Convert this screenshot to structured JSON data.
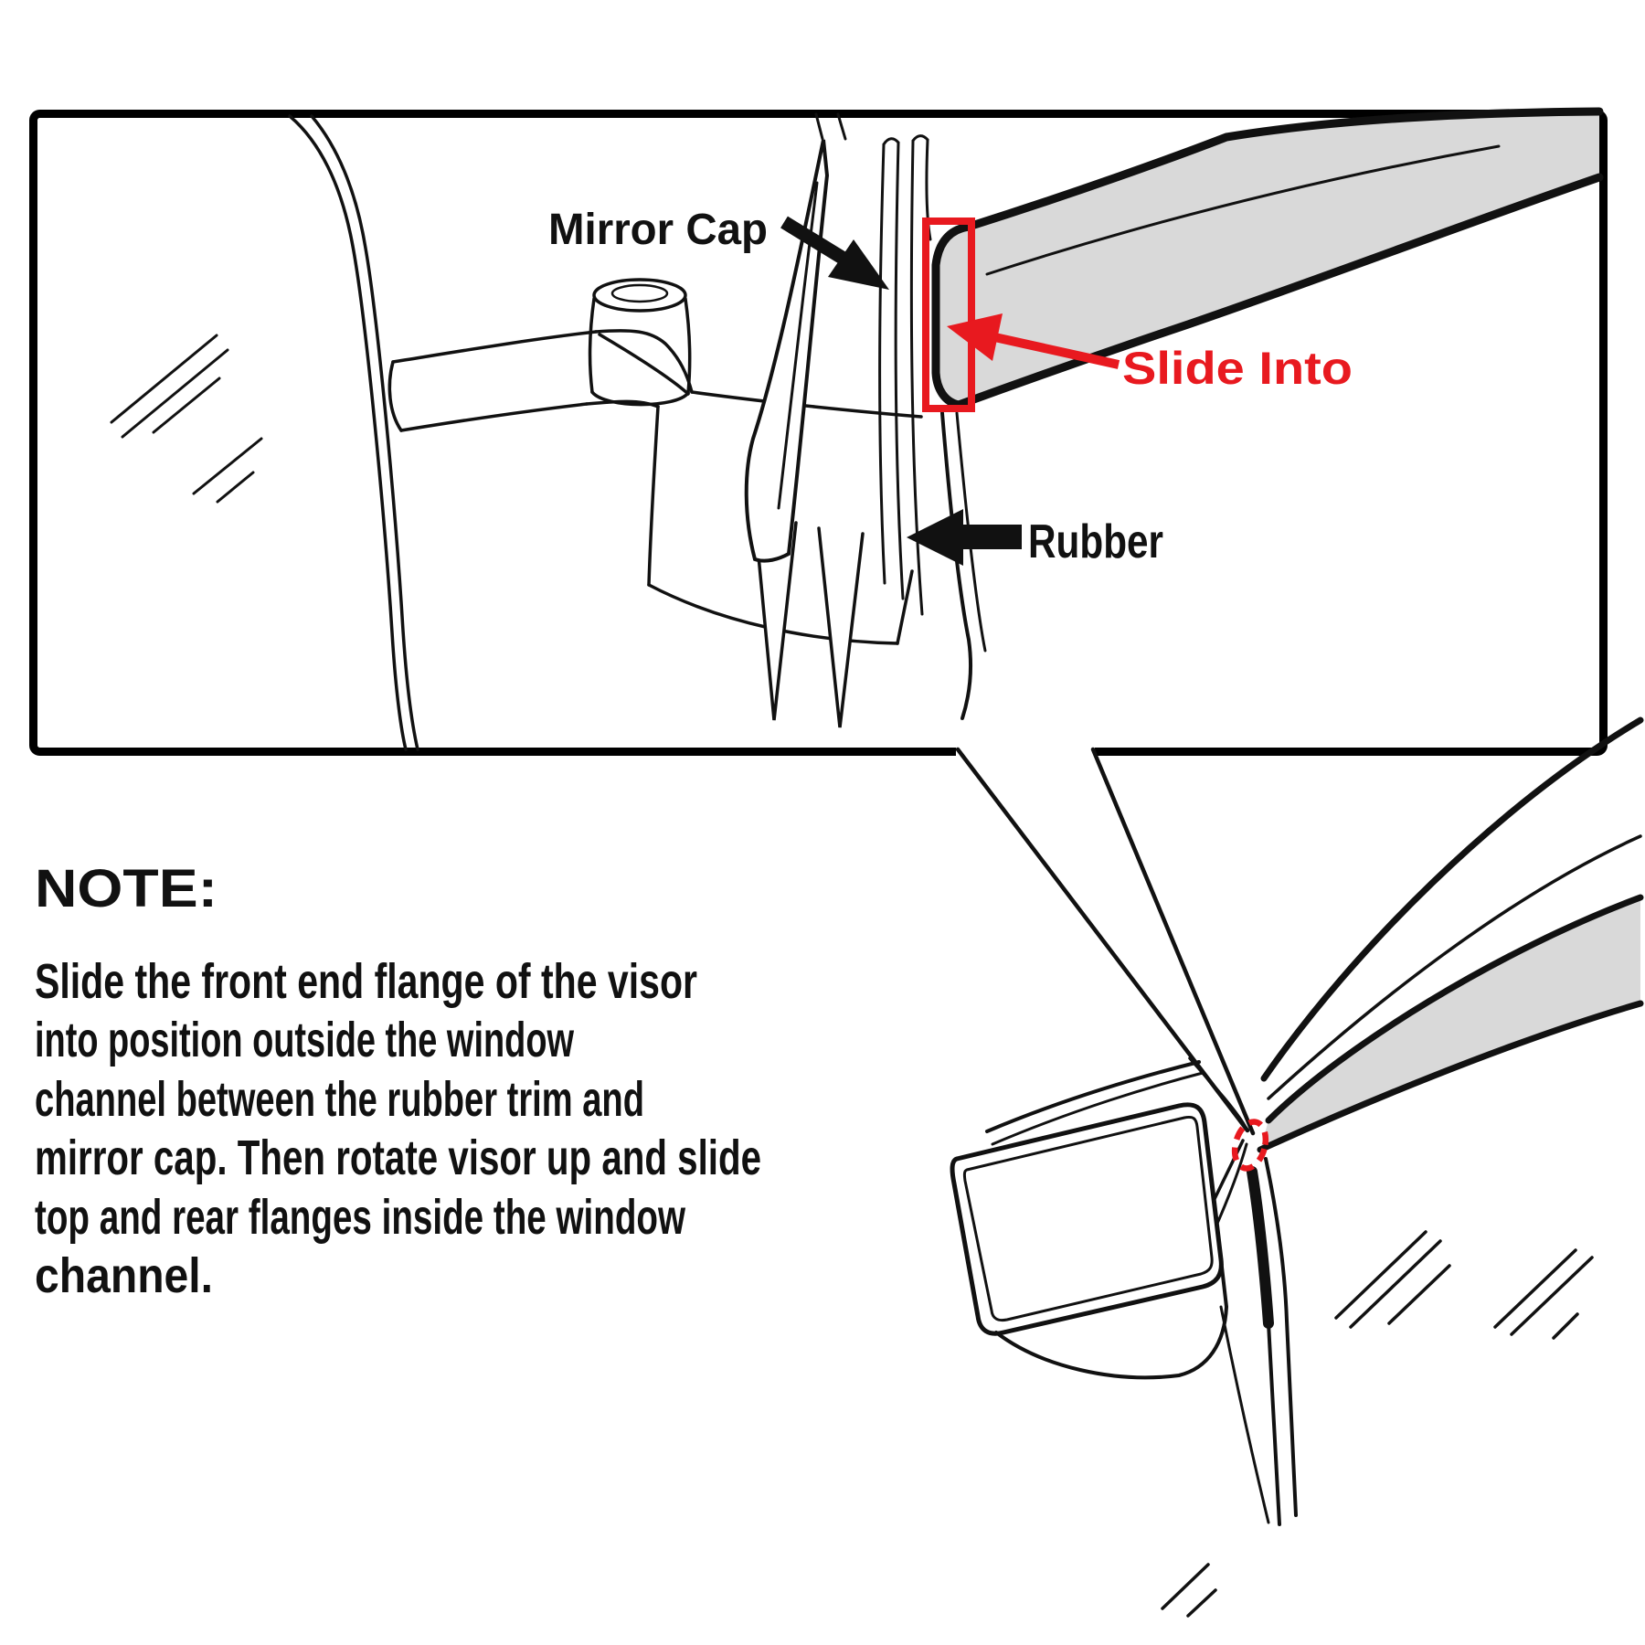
{
  "colors": {
    "background": "#ffffff",
    "line": "#111111",
    "accent_red": "#e8191f",
    "visor_gray": "#d9d9d9",
    "frame_border": "#000000"
  },
  "top_diagram": {
    "labels": {
      "mirror_cap": "Mirror Cap",
      "slide_into": "Slide Into",
      "rubber": "Rubber"
    }
  },
  "note": {
    "heading": "NOTE:",
    "lines": [
      "Slide the front end flange of the visor",
      "into position outside the window",
      "channel between the rubber trim and",
      "mirror cap. Then rotate visor up and slide",
      "top and rear flanges inside the window",
      "channel."
    ]
  }
}
